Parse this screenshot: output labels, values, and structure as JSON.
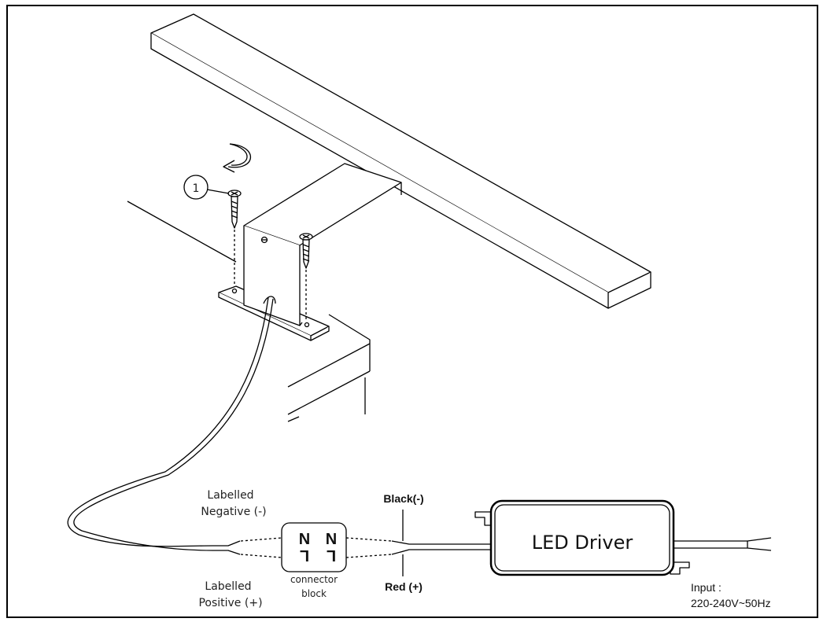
{
  "callout": {
    "number": "1"
  },
  "labels": {
    "negative_line1": "Labelled",
    "negative_line2": "Negative (-)",
    "positive_line1": "Labelled",
    "positive_line2": "Positive (+)",
    "black": "Black(-)",
    "red": "Red (+)",
    "connector_line1": "connector",
    "connector_line2": "block",
    "terminal_top_n": "N",
    "terminal_top_l": "N",
    "terminal_bottom_n": "L",
    "terminal_bottom_l": "L",
    "driver": "LED Driver",
    "input_line1": "Input :",
    "input_line2": "220-240V~50Hz"
  }
}
